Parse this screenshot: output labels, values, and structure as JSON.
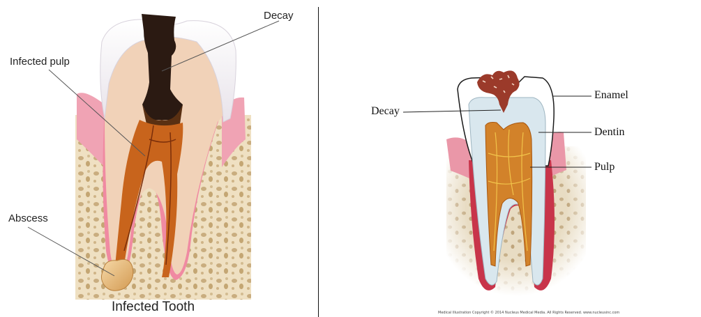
{
  "left_panel": {
    "labels": {
      "decay": "Decay",
      "infected_pulp": "Infected pulp",
      "abscess": "Abscess"
    },
    "caption": "Infected Tooth"
  },
  "right_panel": {
    "labels": {
      "decay": "Decay",
      "enamel": "Enamel",
      "dentin": "Dentin",
      "pulp": "Pulp"
    },
    "credit": "Medical Illustration Copyright © 2014 Nucleus Medical Media. All Rights Reserved. www.nucleusinc.com"
  },
  "colors": {
    "bone": "#efe0c2",
    "gum": "#f0a3b4",
    "enamel": "#f4f1f6",
    "dentin": "#f1d2b8",
    "pulp_infected": "#c8641c",
    "decay": "#2b1a12",
    "pulp": "#d2822a"
  }
}
